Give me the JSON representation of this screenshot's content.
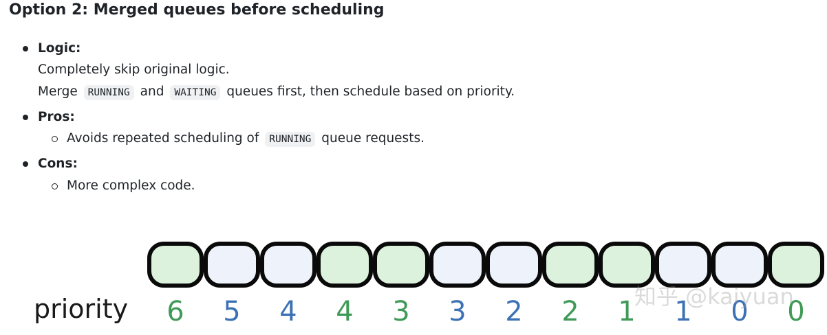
{
  "heading": "Option 2: Merged queues before scheduling",
  "sections": {
    "logic": {
      "label": "Logic:",
      "line1": "Completely skip original logic.",
      "line2_prefix": "Merge",
      "code1": "RUNNING",
      "line2_mid": "and",
      "code2": "WAITING",
      "line2_suffix": "queues first, then schedule based on priority."
    },
    "pros": {
      "label": "Pros:",
      "item_prefix": "Avoids repeated scheduling of",
      "item_code": "RUNNING",
      "item_suffix": "queue requests."
    },
    "cons": {
      "label": "Cons:",
      "item": "More complex code."
    }
  },
  "diagram": {
    "priority_label": "priority",
    "items": [
      {
        "priority": "6",
        "color": "green"
      },
      {
        "priority": "5",
        "color": "blue"
      },
      {
        "priority": "4",
        "color": "blue"
      },
      {
        "priority": "4",
        "color": "green"
      },
      {
        "priority": "3",
        "color": "green"
      },
      {
        "priority": "3",
        "color": "blue"
      },
      {
        "priority": "2",
        "color": "blue"
      },
      {
        "priority": "2",
        "color": "green"
      },
      {
        "priority": "1",
        "color": "green"
      },
      {
        "priority": "1",
        "color": "blue"
      },
      {
        "priority": "0",
        "color": "blue"
      },
      {
        "priority": "0",
        "color": "green"
      }
    ],
    "colors": {
      "green_fill": "#dcf2dd",
      "blue_fill": "#edf2fb",
      "green_text": "#3f9a57",
      "blue_text": "#3c72b5"
    }
  },
  "watermark": "知乎 @kaiyuan"
}
